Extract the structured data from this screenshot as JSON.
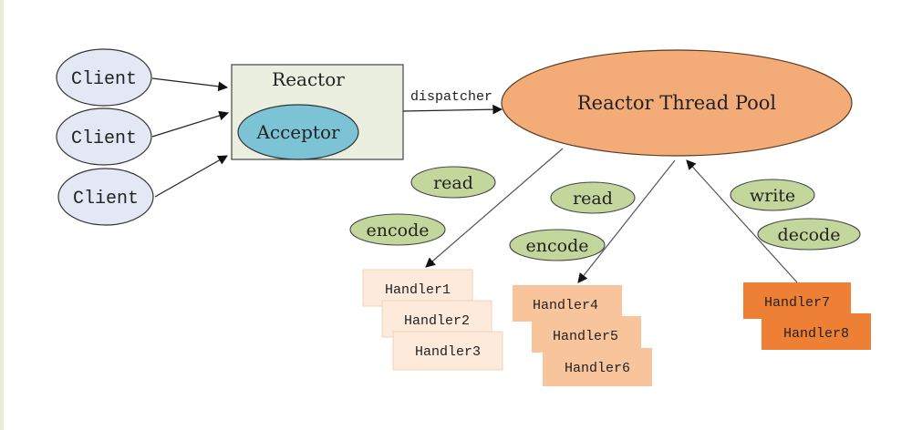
{
  "clients": [
    {
      "label": "Client"
    },
    {
      "label": "Client"
    },
    {
      "label": "Client"
    }
  ],
  "reactor": {
    "label": "Reactor",
    "acceptor_label": "Acceptor"
  },
  "dispatcher_label": "dispatcher",
  "thread_pool": {
    "label": "Reactor Thread Pool"
  },
  "operations": [
    {
      "label": "read"
    },
    {
      "label": "encode"
    },
    {
      "label": "read"
    },
    {
      "label": "encode"
    },
    {
      "label": "write"
    },
    {
      "label": "decode"
    }
  ],
  "handler_groups": [
    {
      "handlers": [
        "Handler1",
        "Handler2",
        "Handler3"
      ],
      "color": "#fdeadb"
    },
    {
      "handlers": [
        "Handler4",
        "Handler5",
        "Handler6"
      ],
      "color": "#f8c49b"
    },
    {
      "handlers": [
        "Handler7",
        "Handler8"
      ],
      "color": "#ee8035"
    }
  ],
  "colors": {
    "client_fill": "#e3e8f4",
    "reactor_fill": "#ebefdf",
    "acceptor_fill": "#7cc3d6",
    "pool_fill": "#f3ac78",
    "op_fill": "#c3d69b"
  }
}
